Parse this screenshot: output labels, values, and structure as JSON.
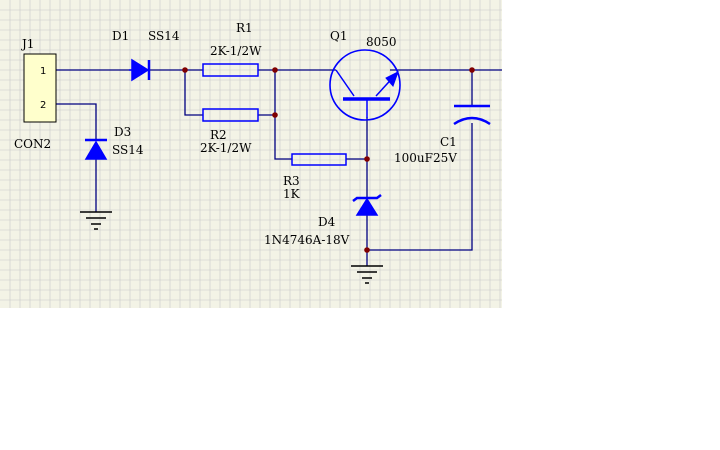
{
  "colors": {
    "background": "#f3f3e6",
    "grid": "#c9c9c9",
    "wire": "#000080",
    "component": "#0000ff",
    "connector_fill": "#ffffcc",
    "junction": "#800000",
    "text": "#000000"
  },
  "components": {
    "j1": {
      "ref": "J1",
      "value": "CON2",
      "pin1": "1",
      "pin2": "2"
    },
    "d1": {
      "ref": "D1",
      "value": "SS14"
    },
    "d3": {
      "ref": "D3",
      "value": "SS14"
    },
    "r1": {
      "ref": "R1",
      "value": "2K-1/2W"
    },
    "r2": {
      "ref": "R2",
      "value": "2K-1/2W"
    },
    "r3": {
      "ref": "R3",
      "value": "1K"
    },
    "q1": {
      "ref": "Q1",
      "value": "8050"
    },
    "d4": {
      "ref": "D4",
      "value": "1N4746A-18V"
    },
    "c1": {
      "ref": "C1",
      "value": "100uF25V"
    }
  }
}
